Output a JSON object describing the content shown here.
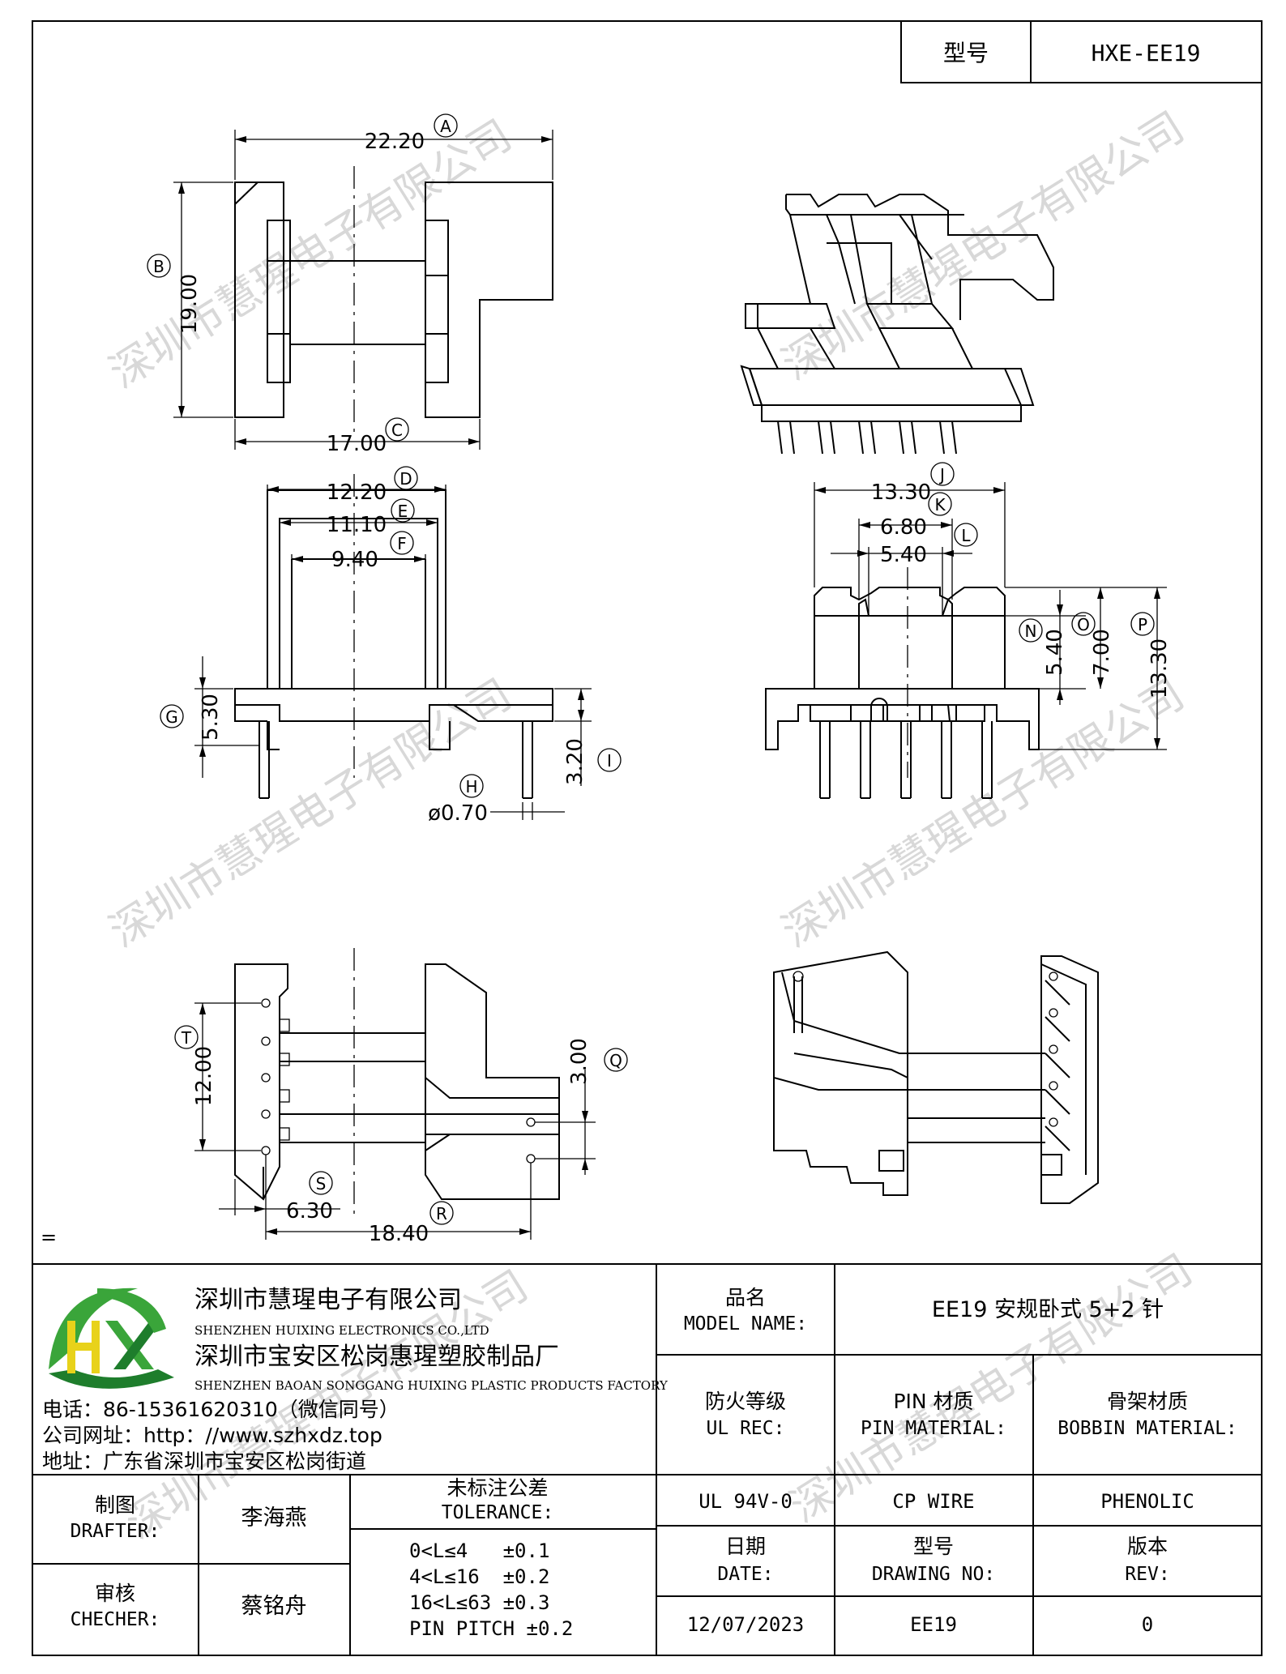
{
  "header": {
    "model_label": "型号",
    "model_value": "HXE-EE19"
  },
  "watermark": "深圳市慧瑆电子有限公司",
  "dimensions": {
    "A": {
      "letter": "A",
      "value": "22.20"
    },
    "B": {
      "letter": "B",
      "value": "19.00"
    },
    "C": {
      "letter": "C",
      "value": "17.00"
    },
    "D": {
      "letter": "D",
      "value": "12.20"
    },
    "E": {
      "letter": "E",
      "value": "11.10"
    },
    "F": {
      "letter": "F",
      "value": "9.40"
    },
    "G": {
      "letter": "G",
      "value": "5.30"
    },
    "H": {
      "letter": "H",
      "value": "ø0.70"
    },
    "I": {
      "letter": "I",
      "value": "3.20"
    },
    "J": {
      "letter": "J",
      "value": "13.30"
    },
    "K": {
      "letter": "K",
      "value": "6.80"
    },
    "L": {
      "letter": "L",
      "value": "5.40"
    },
    "N": {
      "letter": "N",
      "value": "5.40"
    },
    "O": {
      "letter": "O",
      "value": "7.00"
    },
    "P": {
      "letter": "P",
      "value": "13.30"
    },
    "Q": {
      "letter": "Q",
      "value": "3.00"
    },
    "R": {
      "letter": "R",
      "value": "18.40"
    },
    "S": {
      "letter": "S",
      "value": "6.30"
    },
    "T": {
      "letter": "T",
      "value": "12.00"
    }
  },
  "stray_mark": "=",
  "company": {
    "logo_letters": "HX",
    "name_cn": "深圳市慧瑆电子有限公司",
    "name_en": "SHENZHEN HUIXING ELECTRONICS CO.,LTD",
    "factory_cn": "深圳市宝安区松岗惠瑆塑胶制品厂",
    "factory_en": "SHENZHEN BAOAN SONGGANG HUIXING PLASTIC PRODUCTS FACTORY",
    "phone": "电话：86-15361620310（微信同号）",
    "website": "公司网址：http：//www.szhxdz.top",
    "address": "地址：广东省深圳市宝安区松岗街道"
  },
  "title_block": {
    "model_name_cn": "品名",
    "model_name_en": "MODEL NAME:",
    "model_name_value": "EE19 安规卧式 5+2 针",
    "fire_cn": "防火等级",
    "fire_en": "UL REC:",
    "pin_mat_cn": "PIN 材质",
    "pin_mat_en": "PIN MATERIAL:",
    "bobbin_cn": "骨架材质",
    "bobbin_en": "BOBBIN MATERIAL:",
    "fire_value": "UL 94V-0",
    "pin_value": "CP WIRE",
    "bobbin_value": "PHENOLIC",
    "date_cn": "日期",
    "date_en": "DATE:",
    "drawing_no_cn": "型号",
    "drawing_no_en": "DRAWING NO:",
    "rev_cn": "版本",
    "rev_en": "REV:",
    "date_value": "12/07/2023",
    "drawing_no_value": "EE19",
    "rev_value": "0",
    "drafter_cn": "制图",
    "drafter_en": "DRAFTER:",
    "drafter_name": "李海燕",
    "checker_cn": "审核",
    "checker_en": "CHECHER:",
    "checker_name": "蔡铭舟",
    "tolerance_cn": "未标注公差",
    "tolerance_en": "TOLERANCE:",
    "tolerances": [
      "0<L≤4   ±0.1",
      "4<L≤16  ±0.2",
      "16<L≤63 ±0.3",
      "PIN PITCH ±0.2"
    ]
  },
  "colors": {
    "logo_green": "#3aa53a",
    "logo_yellow": "#e8d21a",
    "logo_dark_green": "#1e7d2c",
    "watermark": "#d8d8d8"
  }
}
